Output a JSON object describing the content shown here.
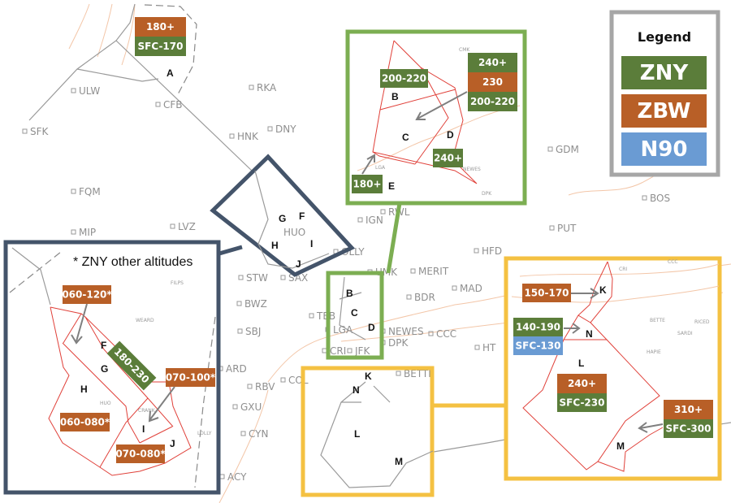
{
  "legend": {
    "title": "Legend",
    "items": [
      {
        "label": "ZNY",
        "color": "#5b7d3a"
      },
      {
        "label": "ZBW",
        "color": "#b85f27"
      },
      {
        "label": "N90",
        "color": "#6a9bd3"
      }
    ]
  },
  "colors": {
    "zny": "#5b7d3a",
    "zbw": "#b85f27",
    "n90": "#6a9bd3",
    "inset_navy": "#44546a",
    "inset_green": "#7cae52",
    "inset_yellow": "#f4c142",
    "boundary_red": "#e0413a"
  },
  "fixes": [
    "ULW",
    "CFB",
    "RKA",
    "SFK",
    "HNK",
    "DNY",
    "FQM",
    "LVZ",
    "MIP",
    "IGN",
    "RWL",
    "OLLY",
    "GDM",
    "BOS",
    "PUT",
    "HFD",
    "UMK",
    "MERIT",
    "MAD",
    "BDR",
    "STW",
    "SAX",
    "BWZ",
    "SBJ",
    "TEB",
    "LGA",
    "CRI",
    "JFK",
    "NEWES",
    "DPK",
    "CCC",
    "HT",
    "ARD",
    "RBV",
    "COL",
    "GXU",
    "CYN",
    "ACY",
    "BETTE"
  ],
  "inset_fixes": [
    "FILPS",
    "WEARD",
    "HUO",
    "CRANK",
    "LOLLY",
    "CMK",
    "LGA",
    "NEWES",
    "DPK",
    "CRI",
    "JFK",
    "DPK",
    "CCC",
    "BETTE",
    "RICED",
    "SARDI",
    "HAPIE"
  ],
  "sector_a": {
    "letter": "A",
    "tags": [
      "180+",
      "SFC-170"
    ]
  },
  "north_inset": {
    "letters": [
      "B",
      "C",
      "D",
      "E"
    ],
    "tag_b": "200-220",
    "tag_stack": [
      "240+",
      "230",
      "200-220"
    ],
    "tag_d": "240+",
    "tag_e": "180+"
  },
  "west_inset": {
    "note": "* ZNY other altitudes",
    "letters": [
      "F",
      "G",
      "H",
      "I",
      "J"
    ],
    "overview_letters": [
      "G",
      "F",
      "H",
      "I",
      "J"
    ],
    "overview_fix": "HUO",
    "tags": {
      "fg_arrow": "060-120*",
      "fg": "180-230",
      "i_arrow": "070-100*",
      "h": "060-080*",
      "j": "070-080*"
    }
  },
  "center_inset": {
    "letters": [
      "B",
      "C",
      "D"
    ]
  },
  "south_inset": {
    "overview_letters": [
      "K",
      "N",
      "L",
      "M"
    ],
    "letters": [
      "K",
      "N",
      "L",
      "M"
    ],
    "tags": {
      "k": "150-170",
      "n": [
        "140-190",
        "SFC-130"
      ],
      "l": [
        "240+",
        "SFC-230"
      ],
      "m": [
        "310+",
        "SFC-300"
      ]
    }
  }
}
